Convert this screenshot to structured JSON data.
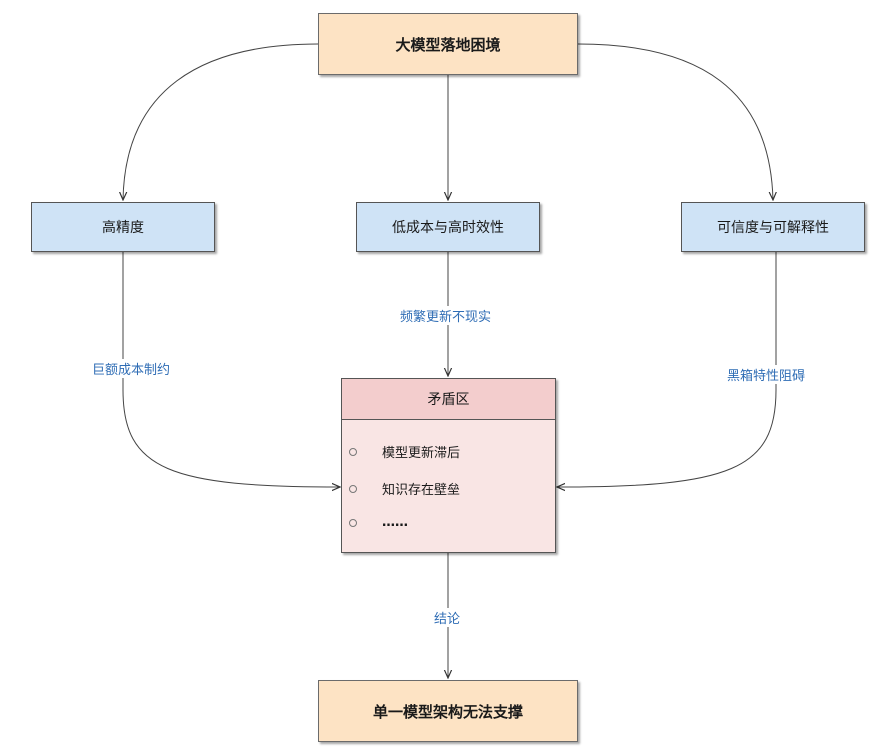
{
  "nodes": {
    "top": "大模型落地困境",
    "left": "高精度",
    "middle": "低成本与高时效性",
    "right": "可信度与可解释性",
    "conflict_title": "矛盾区",
    "conflict_items": [
      "模型更新滞后",
      "知识存在壁垒",
      "……"
    ],
    "bottom": "单一模型架构无法支撑"
  },
  "edge_labels": {
    "left": "巨额成本制约",
    "middle": "频繁更新不现实",
    "right": "黑箱特性阻碍",
    "bottom": "结论"
  },
  "colors": {
    "orange_fill": "#fde3c4",
    "blue_fill": "#cfe3f6",
    "conflict_header": "#f3cdcd",
    "conflict_body": "#f9e5e4",
    "label_text": "#2f6db5"
  }
}
